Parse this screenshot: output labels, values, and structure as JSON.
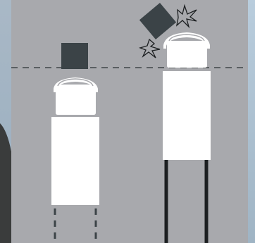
{
  "illustration": {
    "left_truck": {
      "cargo_status": "cleared",
      "path_style": "dashed",
      "icon": "box-truck-icon"
    },
    "right_truck": {
      "cargo_status": "collision",
      "path_style": "solid",
      "icon": "box-truck-icon"
    },
    "clearance_line_style": "dashed",
    "colors": {
      "background": "#a8a9ad",
      "truck": "#ffffff",
      "box": "#3b4347",
      "line": "#404548",
      "impact": "#1c1f21"
    }
  }
}
